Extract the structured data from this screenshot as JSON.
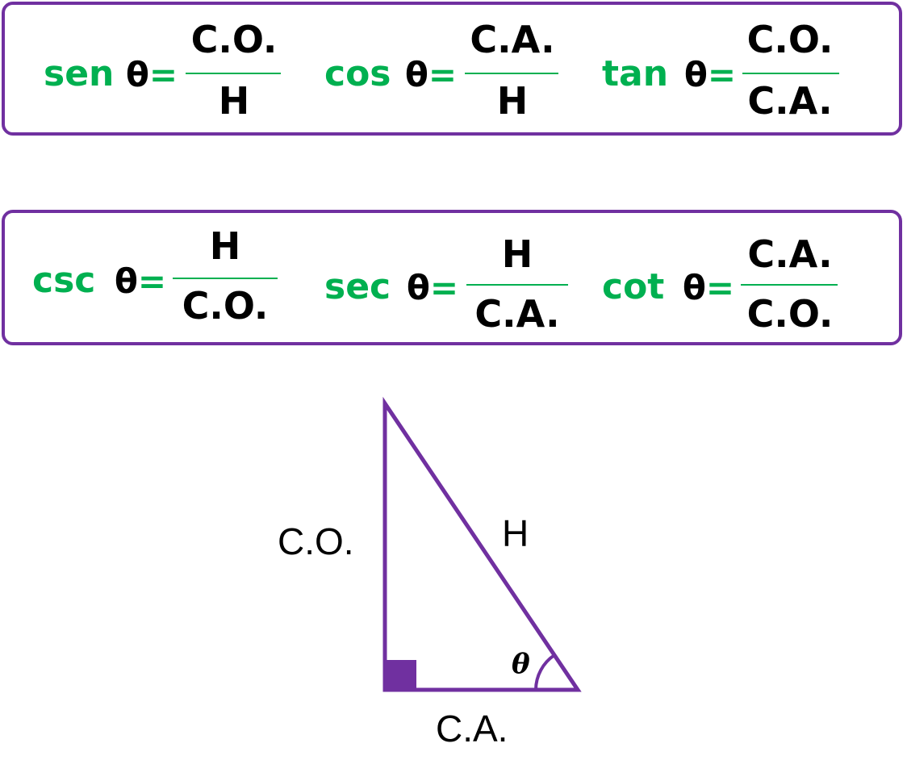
{
  "row1": [
    {
      "fn": "sen",
      "theta": "θ",
      "eq": "=",
      "num": "C.O.",
      "den": "H"
    },
    {
      "fn": "cos",
      "theta": "θ",
      "eq": "=",
      "num": "C.A.",
      "den": "H"
    },
    {
      "fn": "tan",
      "theta": "θ",
      "eq": "=",
      "num": "C.O.",
      "den": "C.A."
    }
  ],
  "row2": [
    {
      "fn": "csc",
      "theta": "θ",
      "eq": "=",
      "num": "H",
      "den": "C.O."
    },
    {
      "fn": "sec",
      "theta": "θ",
      "eq": "=",
      "num": "H",
      "den": "C.A."
    },
    {
      "fn": "cot",
      "theta": "θ",
      "eq": "=",
      "num": "C.A.",
      "den": "C.O."
    }
  ],
  "triangle": {
    "opposite_label": "C.O.",
    "hypotenuse_label": "H",
    "adjacent_label": "C.A.",
    "angle_label": "θ"
  },
  "colors": {
    "border": "#7030a0",
    "function_text": "#00b050",
    "fraction_bar": "#00b050",
    "text": "#000000"
  }
}
